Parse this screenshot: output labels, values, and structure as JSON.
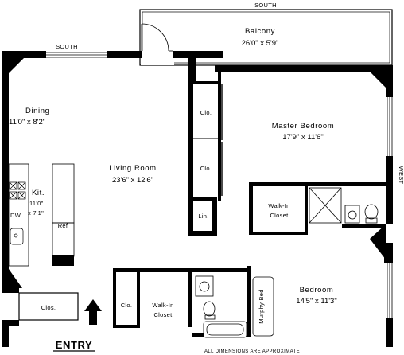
{
  "compass": {
    "south_top": "SOUTH",
    "south_upper": "SOUTH",
    "west": "WEST"
  },
  "rooms": {
    "balcony": {
      "name": "Balcony",
      "dims": "26'0\" x 5'9\""
    },
    "dining": {
      "name": "Dining",
      "dims": "11'0\" x 8'2\""
    },
    "living": {
      "name": "Living Room",
      "dims": "23'6\" x 12'6\""
    },
    "master": {
      "name": "Master Bedroom",
      "dims": "17'9\" x 11'6\""
    },
    "kitchen": {
      "name": "Kit.",
      "dim_a": "11'0\"",
      "dim_b": "x 7'1\""
    },
    "bedroom": {
      "name": "Bedroom",
      "dims": "14'5\" x 11'3\""
    },
    "walkin_master": {
      "line1": "Walk-In",
      "line2": "Closet"
    },
    "walkin_bed": {
      "line1": "Walk-In",
      "line2": "Closet"
    }
  },
  "labels": {
    "clo1": "Clo.",
    "clo2": "Clo.",
    "lin": "Lin.",
    "clos": "Clos.",
    "clo3": "Clo.",
    "dw": "DW",
    "ref": "Ref",
    "murphy": "Murphy Bed"
  },
  "entry": "ENTRY",
  "note": "ALL DIMENSIONS ARE APPROXIMATE"
}
